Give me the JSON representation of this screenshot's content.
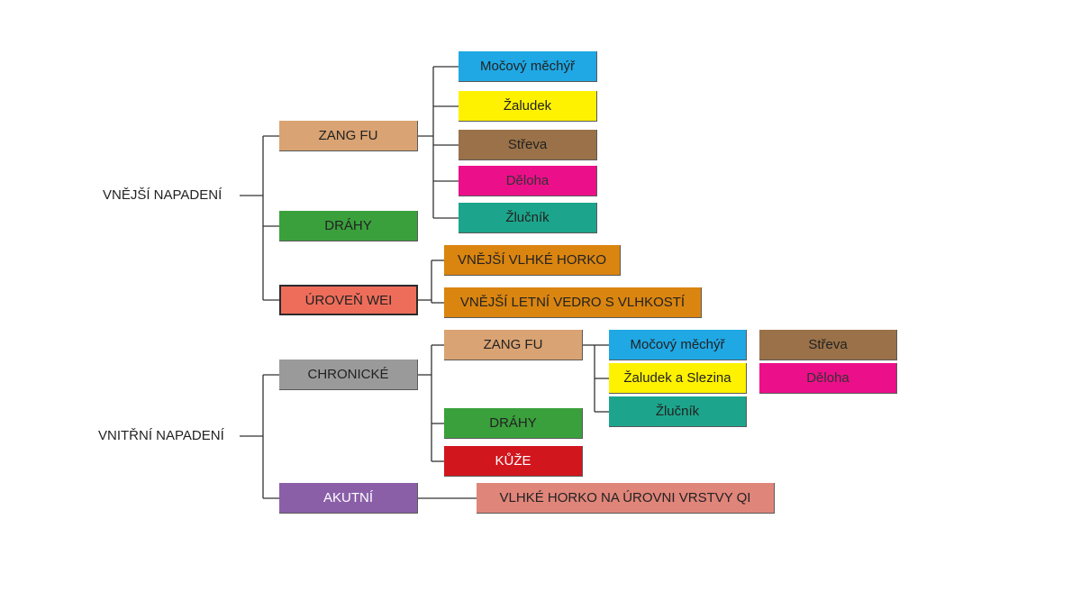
{
  "nodes": {
    "external_root": {
      "label": "VNĚJŠÍ NAPADENÍ"
    },
    "internal_root": {
      "label": "VNITŘNÍ NAPADENÍ"
    },
    "ext_zangfu": {
      "label": "ZANG FU",
      "color": "#d9a373"
    },
    "ext_bladder": {
      "label": "Močový měchýř",
      "color": "#1fa8e4"
    },
    "ext_stomach": {
      "label": "Žaludek",
      "color": "#fff200"
    },
    "ext_intestines": {
      "label": "Střeva",
      "color": "#9a7148"
    },
    "ext_uterus": {
      "label": "Děloha",
      "color": "#ec0f8a"
    },
    "ext_gallbladder": {
      "label": "Žlučník",
      "color": "#1ca58c"
    },
    "ext_channels": {
      "label": "DRÁHY",
      "color": "#3aa03c"
    },
    "ext_wei": {
      "label": "ÚROVEŇ WEI",
      "color": "#ee6d5a"
    },
    "ext_damp_heat": {
      "label": "VNĚJŠÍ VLHKÉ HORKO",
      "color": "#da8510"
    },
    "ext_summer_heat": {
      "label": "VNĚJŠÍ LETNÍ VEDRO S VLHKOSTÍ",
      "color": "#da8510"
    },
    "int_chronic": {
      "label": "CHRONICKÉ",
      "color": "#9a9a9a"
    },
    "int_zangfu": {
      "label": "ZANG FU",
      "color": "#d9a373"
    },
    "int_bladder": {
      "label": "Močový měchýř",
      "color": "#1fa8e4"
    },
    "int_intestines": {
      "label": "Střeva",
      "color": "#9a7148"
    },
    "int_stomach_spleen": {
      "label": "Žaludek a Slezina",
      "color": "#fff200"
    },
    "int_uterus": {
      "label": "Děloha",
      "color": "#ec0f8a"
    },
    "int_gallbladder": {
      "label": "Žlučník",
      "color": "#1ca58c"
    },
    "int_channels": {
      "label": "DRÁHY",
      "color": "#3aa03c"
    },
    "int_skin": {
      "label": "KŮŽE",
      "color": "#d2161d"
    },
    "int_acute": {
      "label": "AKUTNÍ",
      "color": "#8a5fa8"
    },
    "int_qi_level": {
      "label": "VLHKÉ HORKO NA ÚROVNI VRSTVY QI",
      "color": "#e0857a"
    }
  }
}
